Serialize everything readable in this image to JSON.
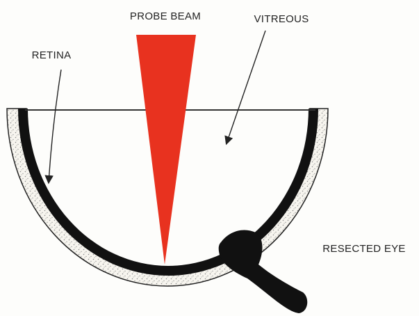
{
  "labels": {
    "probe_beam": "PROBE BEAM",
    "vitreous": "VITREOUS",
    "retina": "RETINA",
    "resected_eye": "RESECTED EYE"
  },
  "colors": {
    "background": "#fdfdfb",
    "probe_beam": "#e8321f",
    "retina": "#111111",
    "sclera_fill": "#f7f5ef",
    "sclera_stipple": "#8a8a8a",
    "outline": "#222222",
    "optic_nerve": "#111111",
    "arrow": "#222222"
  },
  "icons": {
    "retina_arrow": "arrow-icon",
    "vitreous_arrow": "arrow-icon"
  }
}
